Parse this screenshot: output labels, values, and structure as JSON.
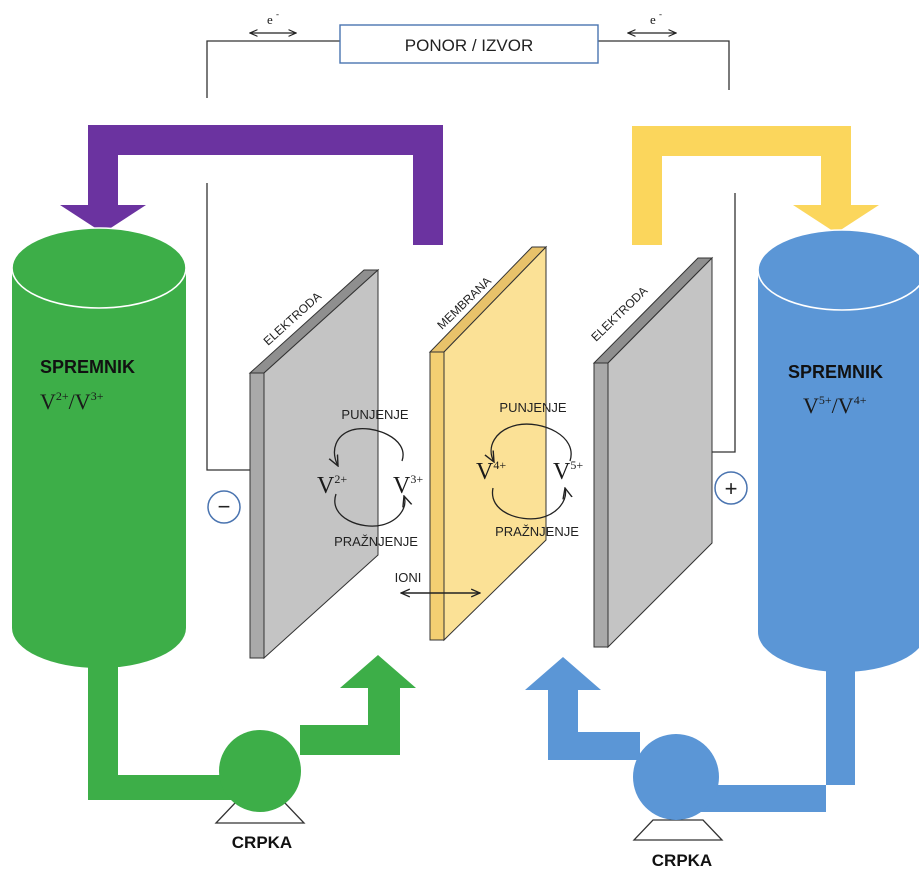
{
  "power_box": {
    "label": "PONOR / IZVOR"
  },
  "electron": {
    "symbol": "e",
    "charge": "-"
  },
  "tanks": {
    "left": {
      "label": "SPREMNIK",
      "ion_a": "V",
      "ion_a_sup": "2+",
      "separator": "/",
      "ion_b": "V",
      "ion_b_sup": "3+",
      "color": "#3dae48"
    },
    "right": {
      "label": "SPREMNIK",
      "ion_a": "V",
      "ion_a_sup": "5+",
      "separator": "/",
      "ion_b": "V",
      "ion_b_sup": "4+",
      "color": "#5b96d6"
    }
  },
  "panels": {
    "left_electrode": "ELEKTRODA",
    "membrane": "MEMBRANA",
    "right_electrode": "ELEKTRODA"
  },
  "cycles": {
    "left": {
      "top": "PUNJENJE",
      "bottom": "PRAŽNJENJE",
      "ion_l": "V",
      "ion_l_sup": "2+",
      "ion_r": "V",
      "ion_r_sup": "3+"
    },
    "right": {
      "top": "PUNJENJE",
      "bottom": "PRAŽNJENJE",
      "ion_l": "V",
      "ion_l_sup": "4+",
      "ion_r": "V",
      "ion_r_sup": "5+"
    }
  },
  "ions_label": "IONI",
  "terminals": {
    "negative": "−",
    "positive": "+"
  },
  "pumps": {
    "left": "CRPKA",
    "right": "CRPKA"
  },
  "colors": {
    "purple": "#6b33a0",
    "yellow": "#fbd65c",
    "green": "#3dae48",
    "blue": "#5b96d6",
    "grey": "#c4c4c4",
    "membrane": "#fbe196"
  }
}
